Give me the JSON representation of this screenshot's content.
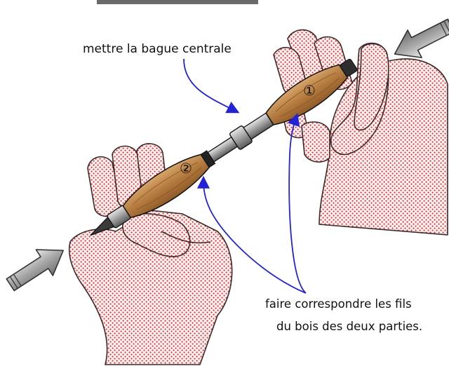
{
  "labels": {
    "top": "mettre la bague centrale",
    "bottom_line1": "faire correspondre les fils",
    "bottom_line2": "du bois  des deux parties."
  },
  "markers": {
    "part1": "①",
    "part2": "②"
  },
  "colors": {
    "wood": "#b07a40",
    "wood_light": "#cd9b61",
    "hand_dots": "#d72a2a",
    "hand_fill": "#fce9e9",
    "arrow_blue": "#2323d6",
    "metal_dark": "#3a3a3a",
    "metal_light": "#c8c8c8",
    "push_arrow": "#9a9a9a"
  },
  "icons": [
    "push-arrow-icon",
    "pointer-arrow-icon"
  ]
}
